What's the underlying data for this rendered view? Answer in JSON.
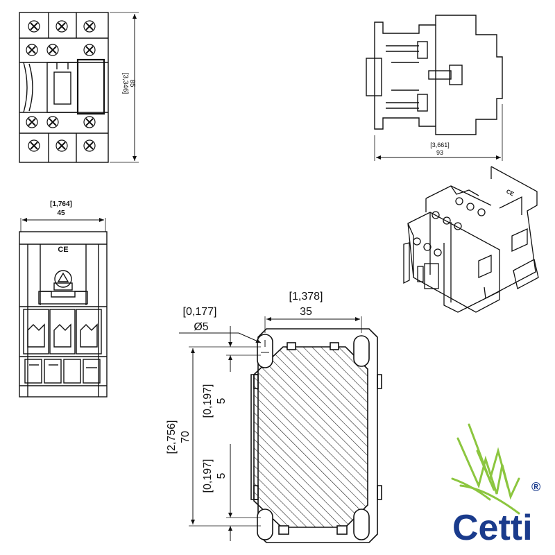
{
  "front_view": {
    "height_in": "[3,346]",
    "height_mm": "85"
  },
  "side_view": {
    "depth_in": "[3,661]",
    "depth_mm": "93"
  },
  "top_view": {
    "width_in": "[1,764]",
    "width_mm": "45",
    "ce_mark": "CE"
  },
  "mounting_plate": {
    "hole_spacing_in": "[1,378]",
    "hole_spacing_mm": "35",
    "hole_dia_in": "[0,177]",
    "hole_dia_mm": "Ø5",
    "height_in": "[2,756]",
    "height_mm": "70",
    "slot_upper_in": "[0,197]",
    "slot_upper_mm": "5",
    "slot_lower_in": "[0,197]",
    "slot_lower_mm": "5"
  },
  "logo": {
    "text": "Cetti",
    "registered": "®",
    "colors": {
      "wordmark": "#1a3b8c",
      "swoosh": "#8cc63f"
    }
  }
}
